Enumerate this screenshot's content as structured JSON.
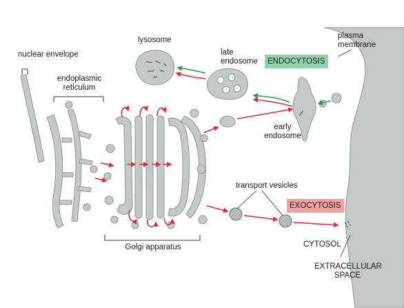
{
  "labels": {
    "nuclear_envelope": "nuclear envelope",
    "endoplasmic_reticulum_line1": "endoplasmic",
    "endoplasmic_reticulum_line2": "reticulum",
    "lysosome": "lysosome",
    "late_endosome_line1": "late",
    "late_endosome_line2": "endosome",
    "plasma_membrane_line1": "plasma",
    "plasma_membrane_line2": "membrane",
    "early_endosome_line1": "early",
    "early_endosome_line2": "endosome",
    "transport_vesicles": "transport vesicles",
    "golgi_apparatus": "Golgi apparatus",
    "cytosol": "CYTOSOL",
    "extracellular_line1": "EXTRACELLULAR",
    "extracellular_line2": "SPACE"
  },
  "pathways": {
    "endocytosis": {
      "label": "ENDOCYTOSIS",
      "color": "#8fd3a8"
    },
    "exocytosis": {
      "label": "EXOCYTOSIS",
      "color": "#f2a0a0"
    }
  },
  "colors": {
    "organelle_fill": "#c2c9c6",
    "organelle_stroke": "#8d9591",
    "secretory_arrow": "#e8262f",
    "endocytic_arrow": "#1f9e4c"
  }
}
